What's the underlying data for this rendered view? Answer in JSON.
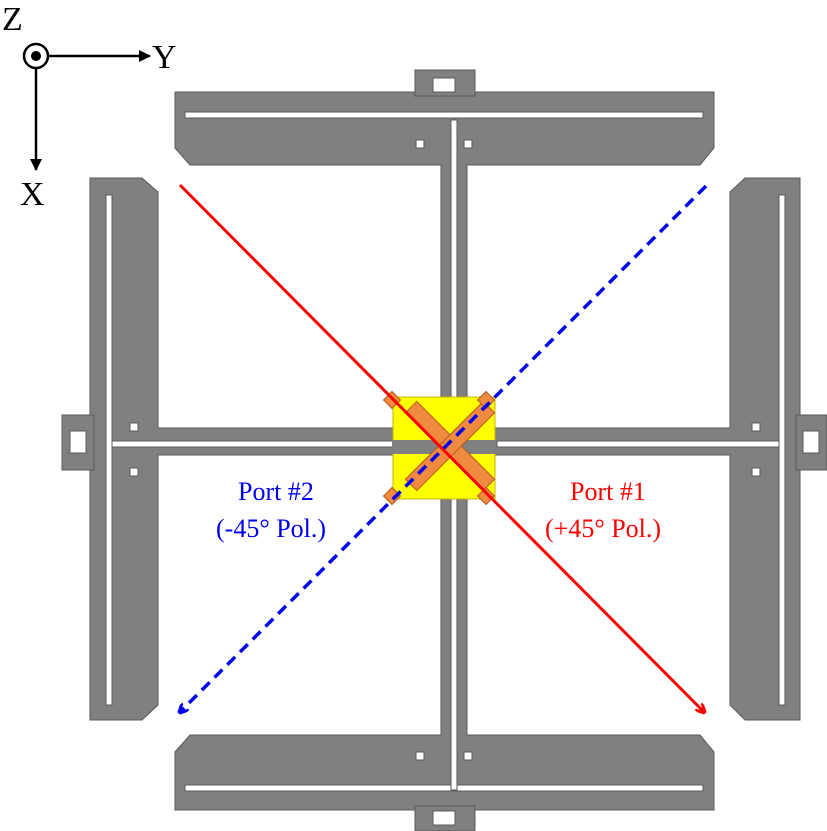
{
  "axes": {
    "z_label": "Z",
    "y_label": "Y",
    "x_label": "X"
  },
  "ports": [
    {
      "name": "Port #1",
      "polarization": "(+45° Pol.)",
      "color": "#ff0000",
      "line_style": "solid"
    },
    {
      "name": "Port #2",
      "polarization": "(-45° Pol.)",
      "color": "#0000ee",
      "line_style": "dashed"
    }
  ],
  "colors": {
    "metal": "#808080",
    "metal_edge": "#5a5a5a",
    "feed_board": "#ffff00",
    "feed_strip": "#f08a40",
    "background": "#ffffff"
  }
}
